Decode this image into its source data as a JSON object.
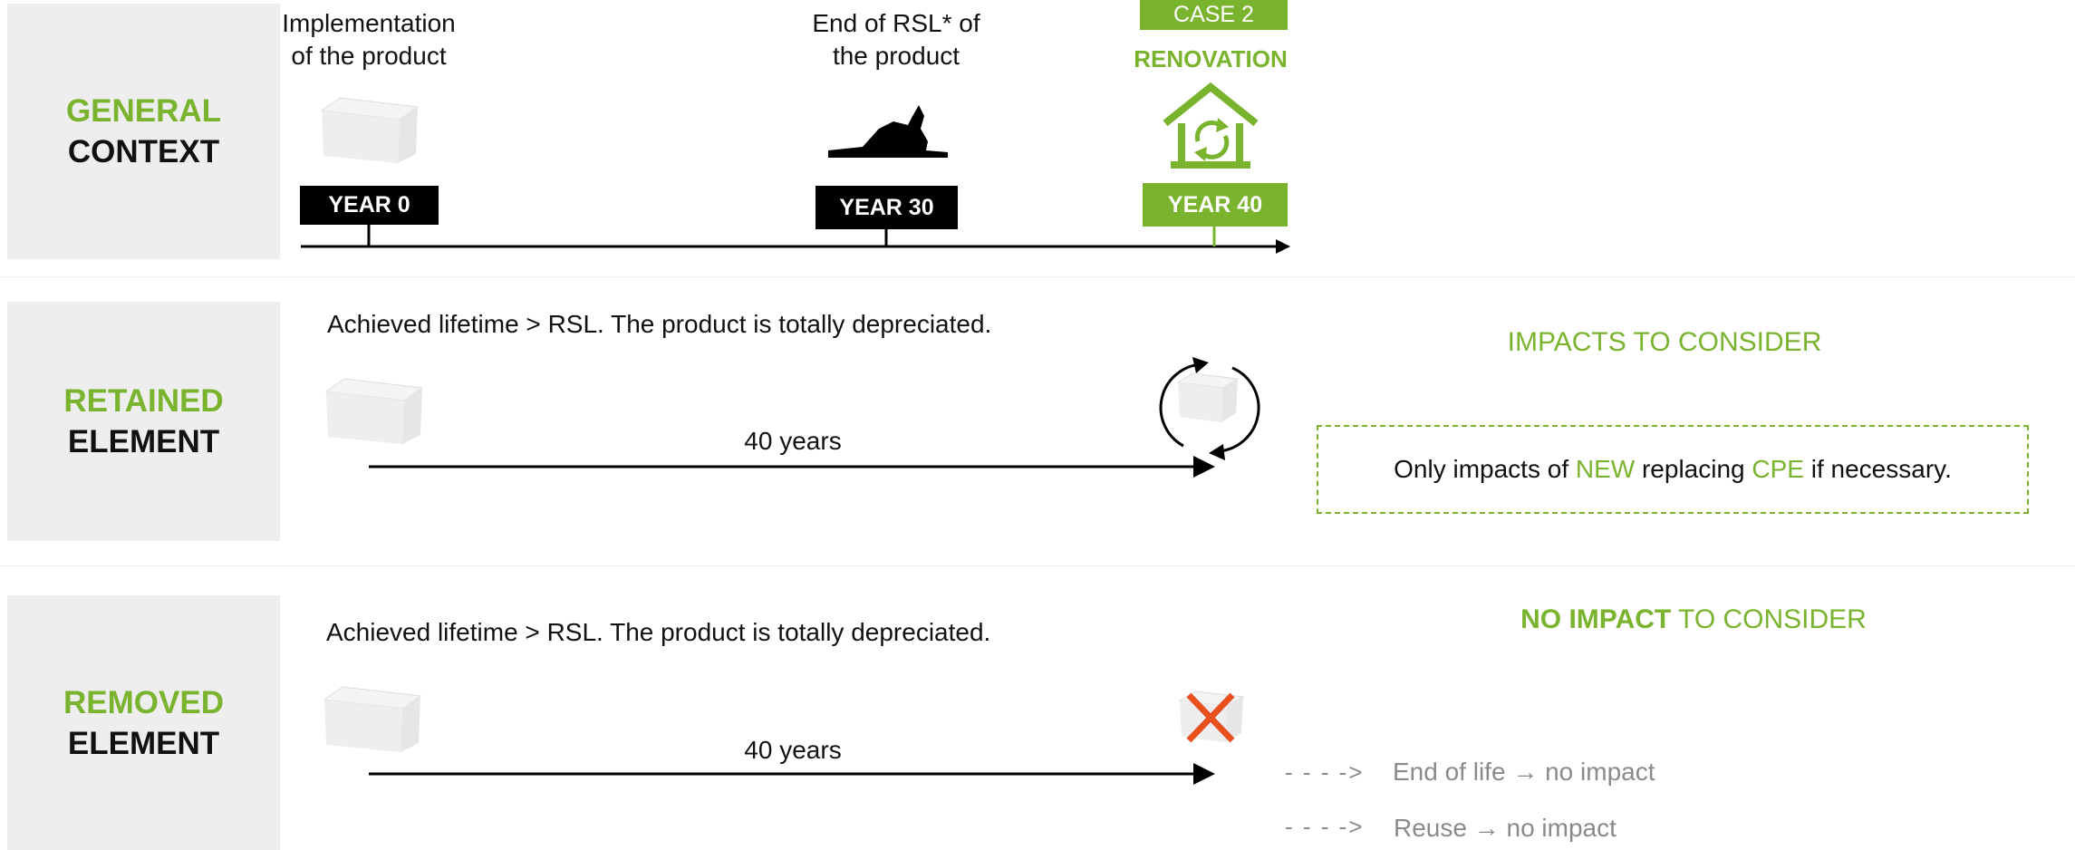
{
  "rows": {
    "general": {
      "label_green": "GENERAL",
      "label_black": "CONTEXT"
    },
    "retained": {
      "label_green": "RETAINED",
      "label_black": "ELEMENT"
    },
    "removed": {
      "label_green": "REMOVED",
      "label_black": "ELEMENT"
    }
  },
  "timeline": {
    "implementation_line1": "Implementation",
    "implementation_line2": "of the product",
    "end_rsl_line1": "End of RSL* of",
    "end_rsl_line2": "the product",
    "case_label": "CASE 2",
    "renovation_label": "RENOVATION",
    "year0": "YEAR 0",
    "year30": "YEAR 30",
    "year40": "YEAR 40"
  },
  "retained": {
    "description": "Achieved lifetime > RSL. The product is totally depreciated.",
    "duration": "40 years",
    "impacts_title": "IMPACTS TO CONSIDER",
    "box_text_1": "Only impacts of ",
    "box_text_new": "NEW",
    "box_text_2": " replacing ",
    "box_text_cpe": "CPE",
    "box_text_3": " if necessary."
  },
  "removed": {
    "description": "Achieved lifetime > RSL. The product is totally depreciated.",
    "duration": "40 years",
    "impacts_bold": "NO IMPACT",
    "impacts_rest": " TO CONSIDER",
    "dash_arrow": "- - - ->",
    "end_of_life_a": "End of life",
    "end_of_life_b": "no impact",
    "reuse_a": "Reuse",
    "reuse_b": "no impact",
    "right_arrow": "→"
  },
  "colors": {
    "accent": "#7ab32e",
    "panel": "#eeeeee",
    "cross": "#e8501e"
  },
  "icons": [
    "block-icon",
    "ruin-icon",
    "renovation-house-icon",
    "recycle-arrows-icon",
    "cross-icon"
  ]
}
